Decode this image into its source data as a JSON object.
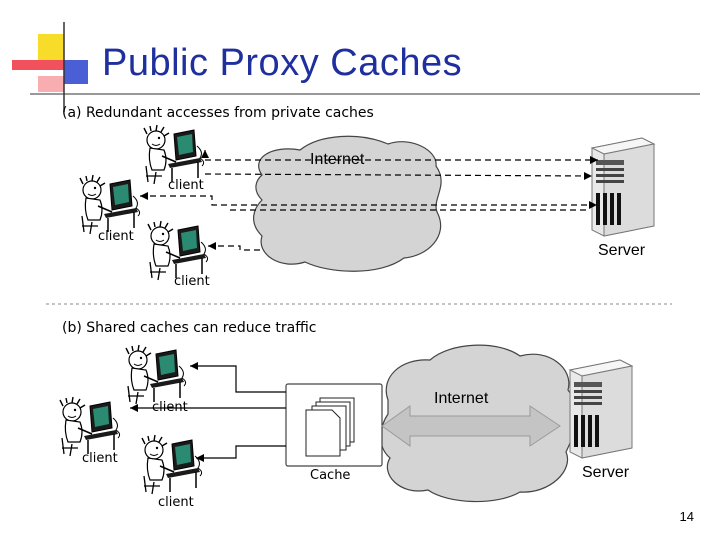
{
  "title": "Public Proxy Caches",
  "section_a": {
    "heading": "(a) Redundant accesses from private caches",
    "internet": "Internet",
    "server": "Server",
    "clients": [
      "client",
      "client",
      "client"
    ]
  },
  "section_b": {
    "heading": "(b) Shared caches can reduce traffic",
    "internet": "Internet",
    "server": "Server",
    "cache": "Cache",
    "clients": [
      "client",
      "client",
      "client"
    ]
  },
  "page_number": "14",
  "colors": {
    "title": "#1f2f9e",
    "accent_yellow": "#f7dd2a",
    "accent_red": "#ee3340",
    "accent_blue": "#4a5fd6",
    "cloud": "#d4d4d4",
    "arrow": "#bdbdbd"
  }
}
